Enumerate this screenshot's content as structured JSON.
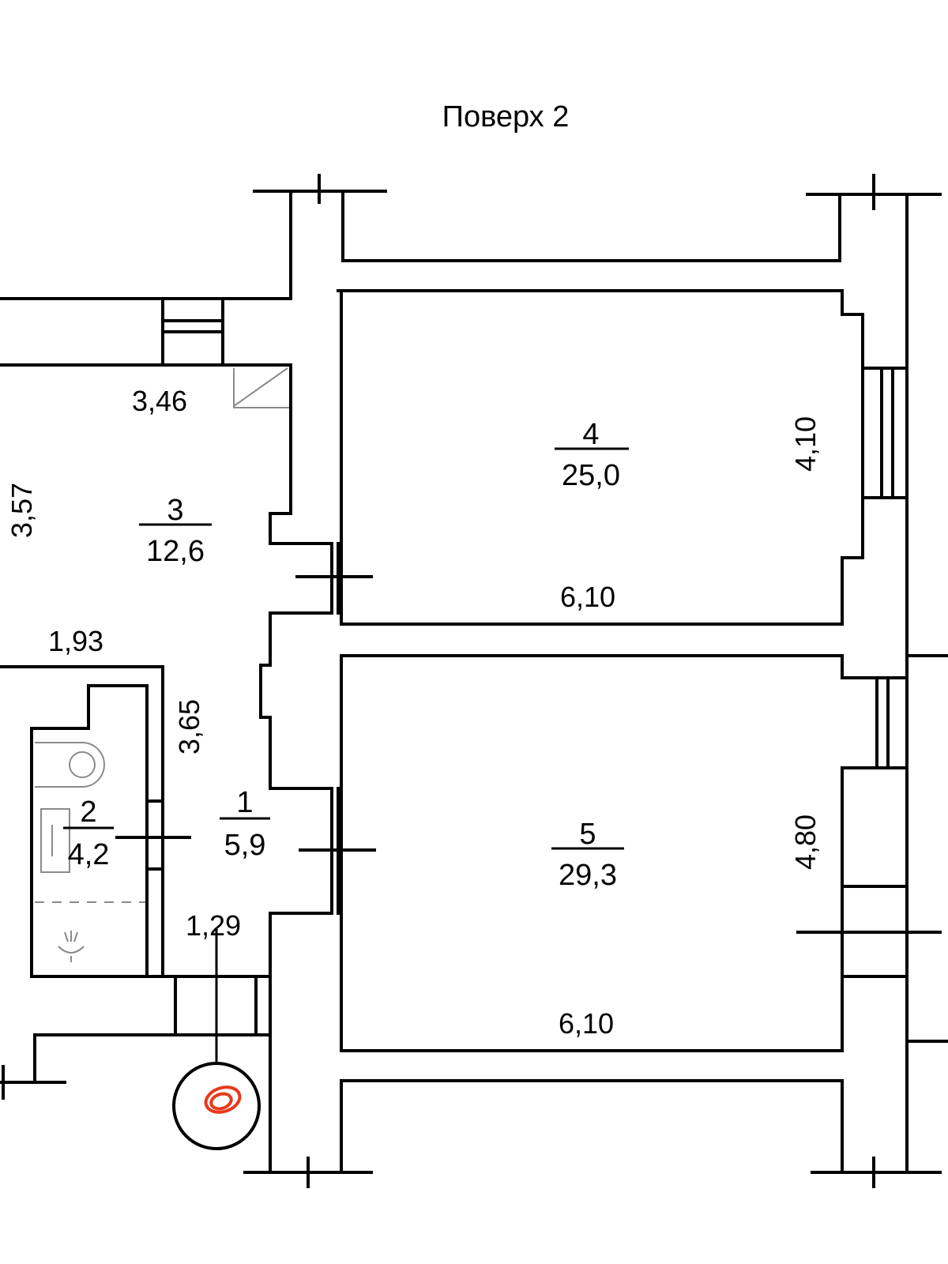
{
  "title": "Поверх 2",
  "rooms": [
    {
      "number": "1",
      "area": "5,9"
    },
    {
      "number": "2",
      "area": "4,2"
    },
    {
      "number": "3",
      "area": "12,6"
    },
    {
      "number": "4",
      "area": "25,0"
    },
    {
      "number": "5",
      "area": "29,3"
    }
  ],
  "dimensions": {
    "room3_width": "3,46",
    "room3_height": "3,57",
    "room3_bottom": "1,93",
    "corridor_height": "3,65",
    "corridor_width": "1,29",
    "room4_width": "6,10",
    "room4_height": "4,10",
    "room5_width": "6,10",
    "room5_height": "4,80"
  },
  "colors": {
    "walls": "#000000",
    "fixtures": "#8a8a8a",
    "marker": "#e8391c"
  }
}
